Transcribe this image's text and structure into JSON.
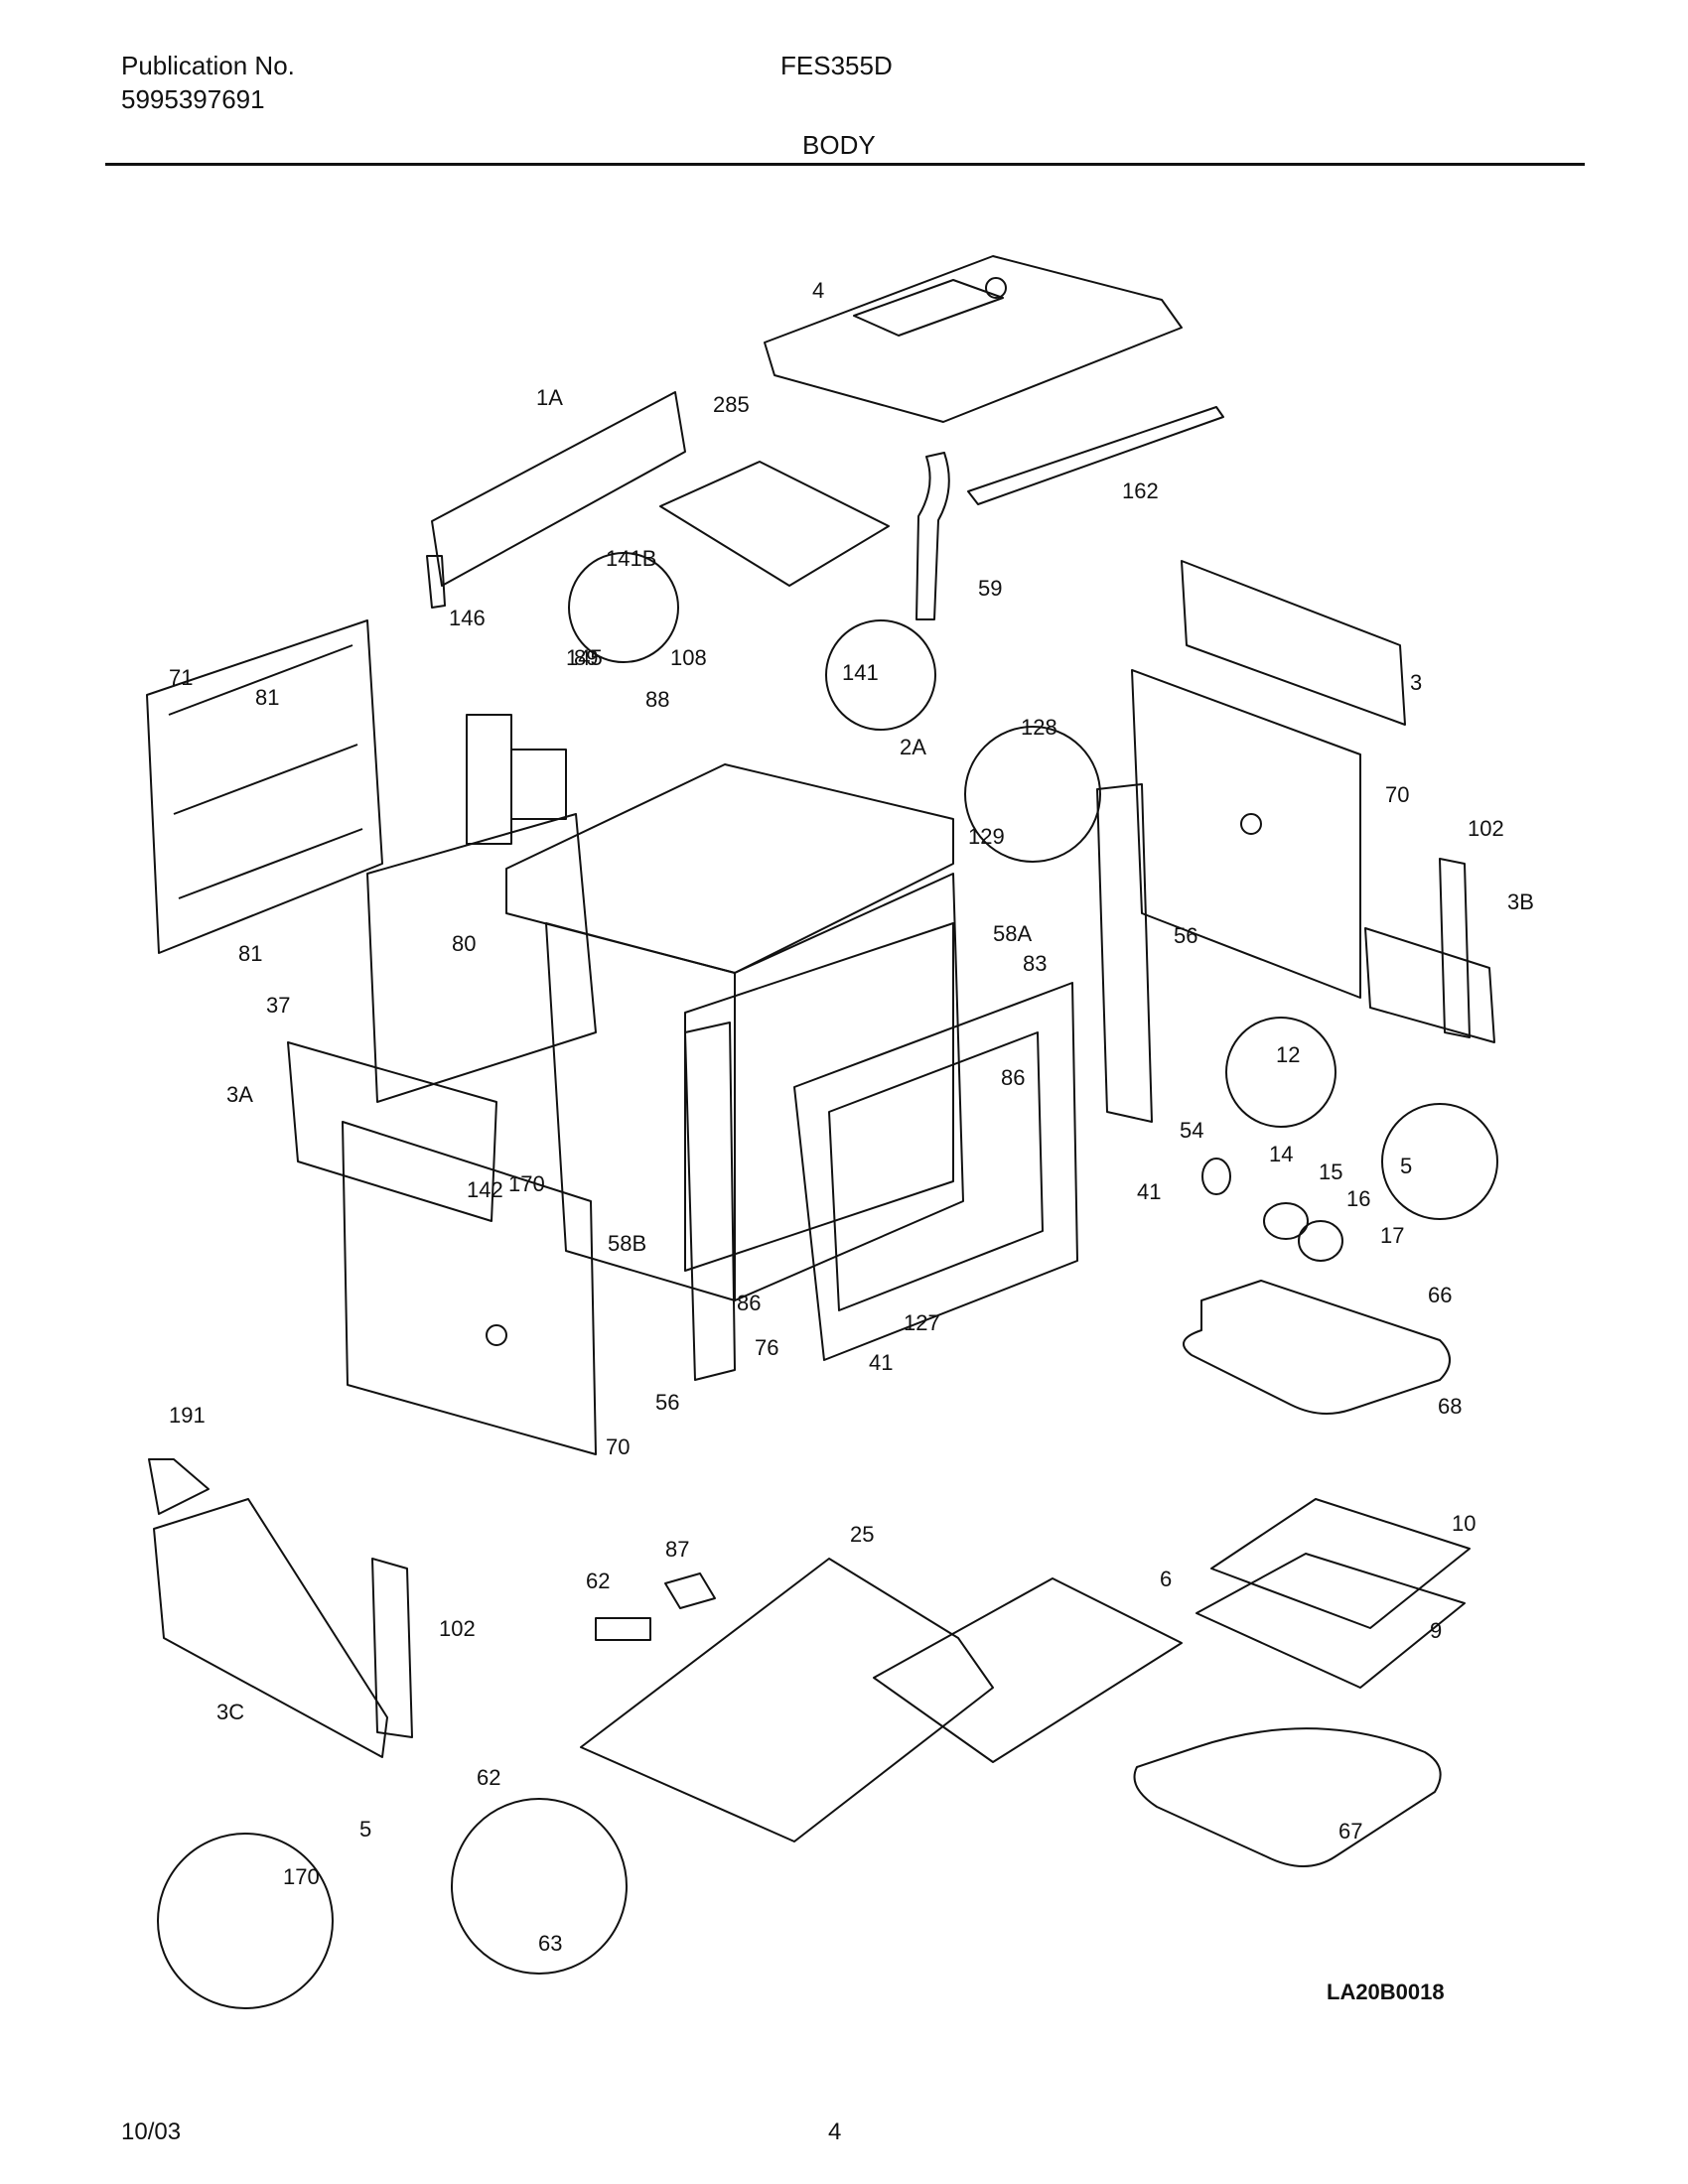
{
  "header": {
    "publication_label": "Publication No.",
    "publication_number": "5995397691",
    "model": "FES355D",
    "section": "BODY"
  },
  "diagram": {
    "callouts": [
      "4",
      "1A",
      "285",
      "162",
      "59",
      "141B",
      "146",
      "145",
      "89",
      "108",
      "88",
      "141",
      "128",
      "2A",
      "129",
      "71",
      "81",
      "3",
      "70",
      "102",
      "3B",
      "58A",
      "83",
      "80",
      "56",
      "37",
      "81",
      "12",
      "3A",
      "86",
      "142",
      "5",
      "54",
      "14",
      "15",
      "170",
      "41",
      "58B",
      "16",
      "17",
      "86",
      "127",
      "66",
      "76",
      "41",
      "56",
      "68",
      "70",
      "191",
      "10",
      "87",
      "25",
      "6",
      "62",
      "102",
      "9",
      "3C",
      "62",
      "5",
      "170",
      "67",
      "63"
    ],
    "drawing_code": "LA20B0018"
  },
  "footer": {
    "date": "10/03",
    "page": "4"
  }
}
